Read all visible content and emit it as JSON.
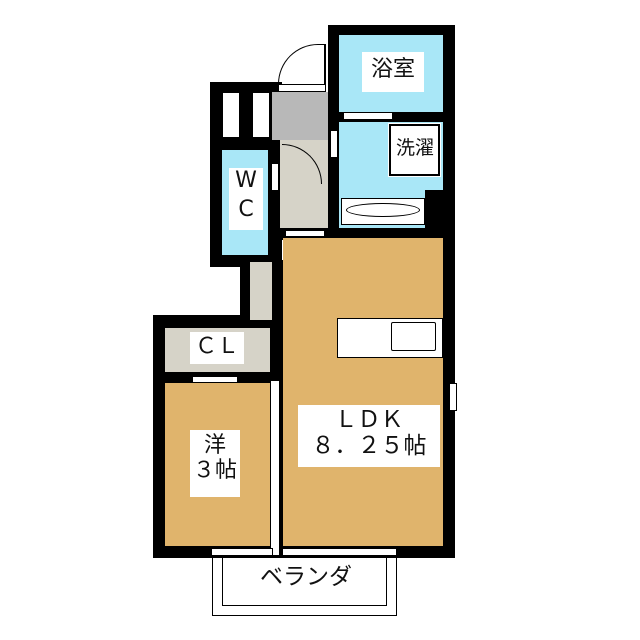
{
  "rooms": {
    "bath": "浴室",
    "laundry": "洗濯",
    "wc_line1": "W",
    "wc_line2": "C",
    "closet": "ＣＬ",
    "western_line1": "洋",
    "western_line2": "３帖",
    "ldk_line1": "ＬＤＫ",
    "ldk_line2": "８．２５帖",
    "balcony": "ベランダ"
  },
  "colors": {
    "wet": "#a9e7f7",
    "room": "#e0b46c",
    "hall": "#d6d3c8",
    "entry": "#b8b8b8"
  }
}
